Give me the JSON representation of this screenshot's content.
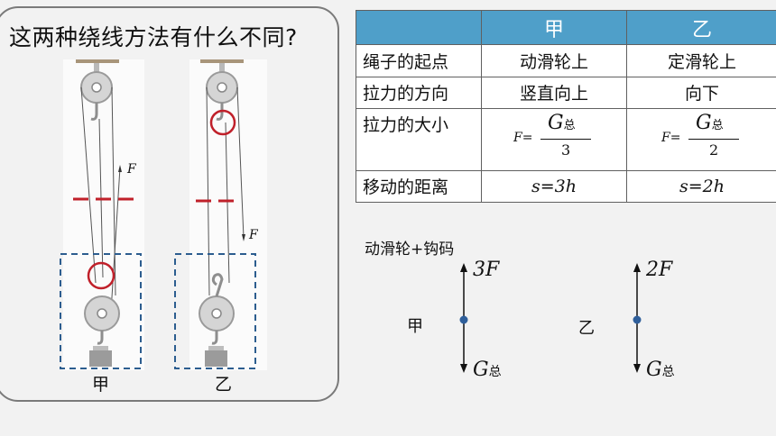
{
  "question": "这两种绕线方法有什么不同?",
  "figures": {
    "left_label": "甲",
    "right_label": "乙",
    "force_symbol": "F"
  },
  "table": {
    "headers": [
      "",
      "甲",
      "乙"
    ],
    "rows": [
      {
        "label": "绳子的起点",
        "jia": "动滑轮上",
        "yi": "定滑轮上"
      },
      {
        "label": "拉力的方向",
        "jia": "竖直向上",
        "yi": "向下"
      },
      {
        "label": "拉力的大小",
        "jia_lhs": "F=",
        "jia_num": "G",
        "jia_sub": "总",
        "jia_den": "3",
        "yi_lhs": "F=",
        "yi_num": "G",
        "yi_sub": "总",
        "yi_den": "2"
      },
      {
        "label": "移动的距离",
        "jia": "s=3h",
        "yi": "s=2h"
      }
    ],
    "header_color": "#4f9fc9"
  },
  "free_body": {
    "title": "动滑轮+钩码",
    "jia": {
      "label": "甲",
      "up": "3F",
      "down_main": "G",
      "down_sub": "总"
    },
    "yi": {
      "label": "乙",
      "up": "2F",
      "down_main": "G",
      "down_sub": "总"
    }
  },
  "colors": {
    "highlight_circle": "#c0202a",
    "dash_box": "#2c5d8f",
    "mark": "#c0202a"
  }
}
